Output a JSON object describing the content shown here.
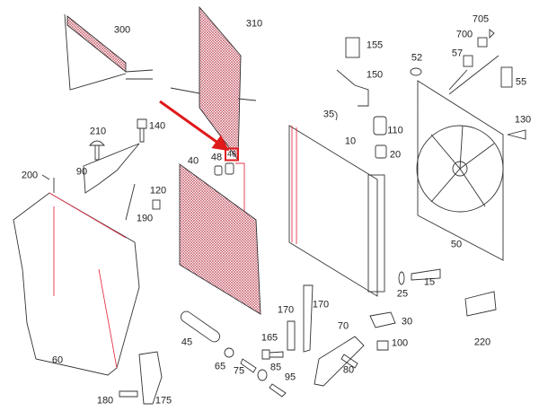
{
  "diagram": {
    "highlight_color": "#e0191b",
    "line_color": "#222222",
    "accent_line_color": "#e8344a",
    "highlighted_part": "46",
    "labels": {
      "p300": "300",
      "p310": "310",
      "p705": "705",
      "p700": "700",
      "p57": "57",
      "p155": "155",
      "p52": "52",
      "p150": "150",
      "p55": "55",
      "p35": "35",
      "p10": "10",
      "p110": "110",
      "p20": "20",
      "p130": "130",
      "p210": "210",
      "p140": "140",
      "p90": "90",
      "p200": "200",
      "p48": "48",
      "p46": "46",
      "p40": "40",
      "p120": "120",
      "p190": "190",
      "p50": "50",
      "p25": "25",
      "p15": "15",
      "p170a": "170",
      "p170b": "170",
      "p30": "30",
      "p220": "220",
      "p70": "70",
      "p100": "100",
      "p165": "165",
      "p60": "60",
      "p45": "45",
      "p65": "65",
      "p75": "75",
      "p85": "85",
      "p80": "80",
      "p95": "95",
      "p180": "180",
      "p175": "175"
    }
  }
}
